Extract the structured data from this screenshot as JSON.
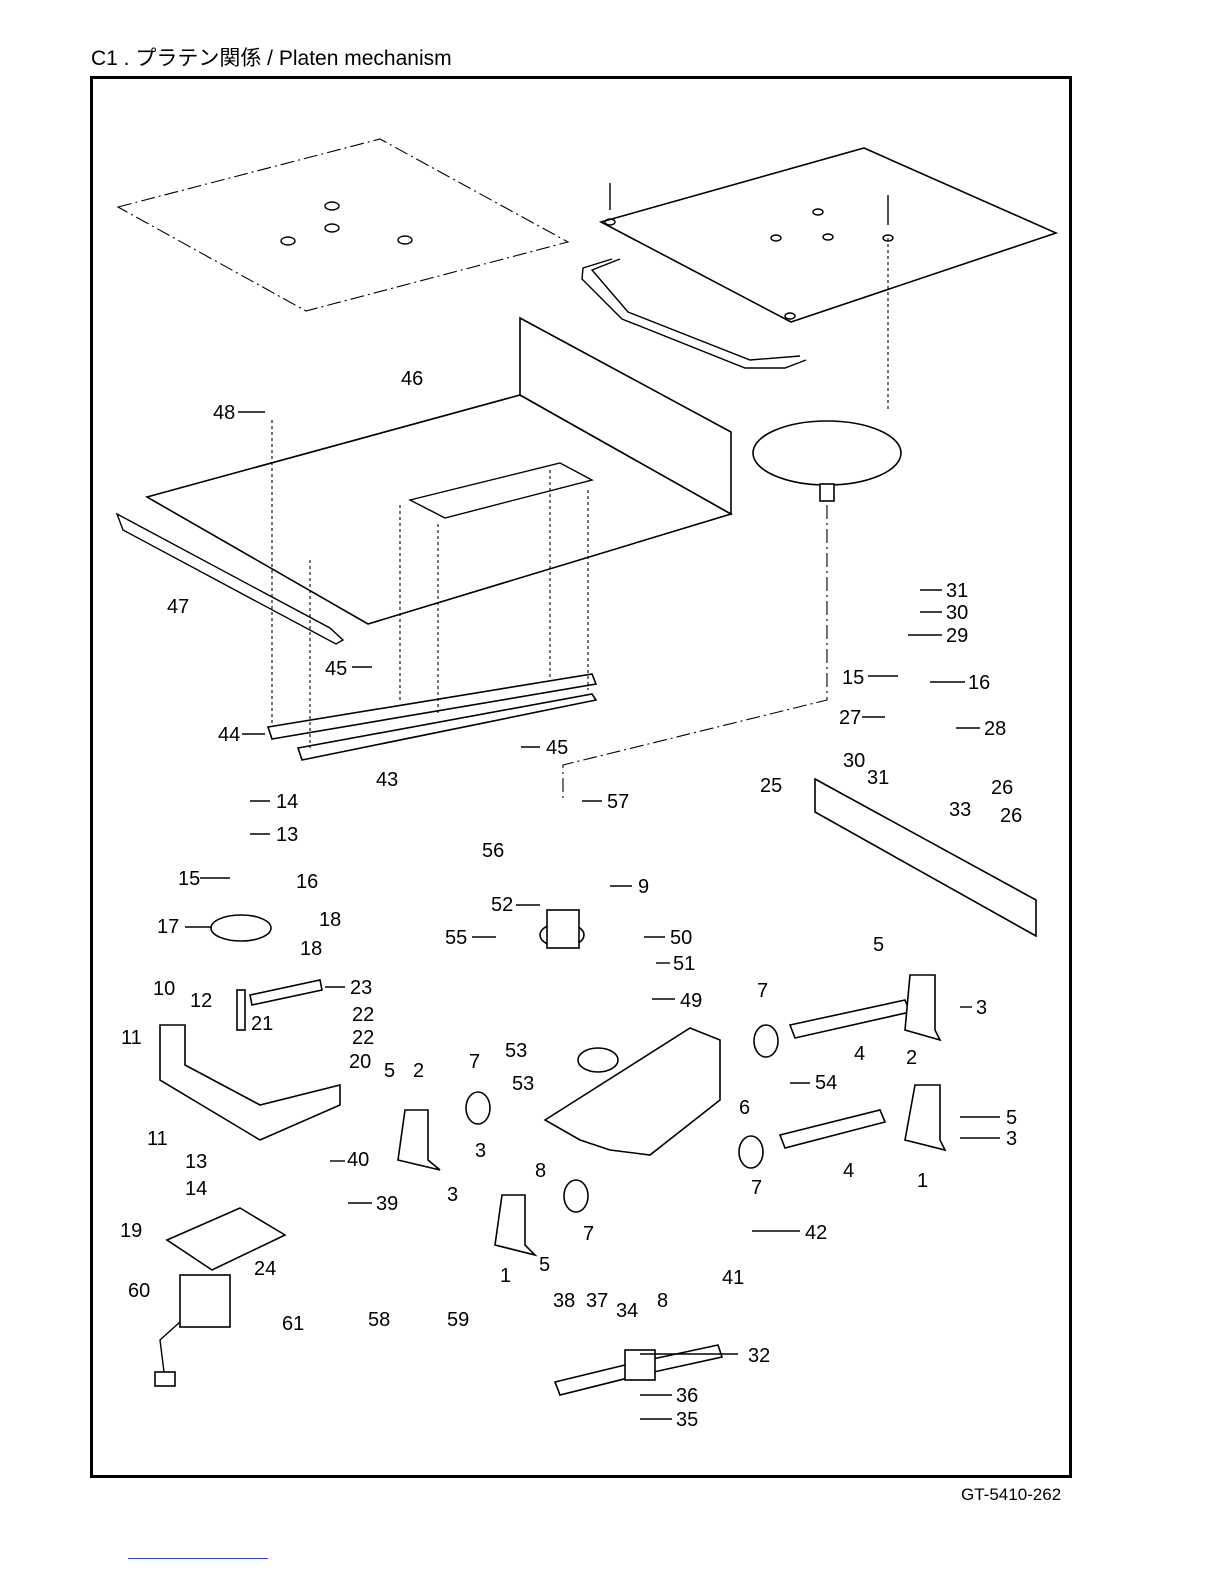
{
  "header": {
    "title": "C1 . プラテン関係  / Platen mechanism"
  },
  "footer": {
    "figure_code": "GT-5410-262"
  },
  "callouts": [
    {
      "n": "46"
    },
    {
      "n": "48"
    },
    {
      "n": "47"
    },
    {
      "n": "45"
    },
    {
      "n": "44"
    },
    {
      "n": "43"
    },
    {
      "n": "45"
    },
    {
      "n": "31"
    },
    {
      "n": "30"
    },
    {
      "n": "29"
    },
    {
      "n": "15"
    },
    {
      "n": "16"
    },
    {
      "n": "27"
    },
    {
      "n": "28"
    },
    {
      "n": "30"
    },
    {
      "n": "31"
    },
    {
      "n": "25"
    },
    {
      "n": "26"
    },
    {
      "n": "33"
    },
    {
      "n": "26"
    },
    {
      "n": "14"
    },
    {
      "n": "13"
    },
    {
      "n": "15"
    },
    {
      "n": "16"
    },
    {
      "n": "17"
    },
    {
      "n": "18"
    },
    {
      "n": "18"
    },
    {
      "n": "57"
    },
    {
      "n": "56"
    },
    {
      "n": "9"
    },
    {
      "n": "52"
    },
    {
      "n": "55"
    },
    {
      "n": "50"
    },
    {
      "n": "51"
    },
    {
      "n": "49"
    },
    {
      "n": "23"
    },
    {
      "n": "10"
    },
    {
      "n": "12"
    },
    {
      "n": "22"
    },
    {
      "n": "21"
    },
    {
      "n": "22"
    },
    {
      "n": "11"
    },
    {
      "n": "20"
    },
    {
      "n": "5"
    },
    {
      "n": "2"
    },
    {
      "n": "7"
    },
    {
      "n": "53"
    },
    {
      "n": "53"
    },
    {
      "n": "54"
    },
    {
      "n": "6"
    },
    {
      "n": "7"
    },
    {
      "n": "5"
    },
    {
      "n": "4"
    },
    {
      "n": "2"
    },
    {
      "n": "3"
    },
    {
      "n": "11"
    },
    {
      "n": "13"
    },
    {
      "n": "14"
    },
    {
      "n": "40"
    },
    {
      "n": "3"
    },
    {
      "n": "8"
    },
    {
      "n": "39"
    },
    {
      "n": "7"
    },
    {
      "n": "4"
    },
    {
      "n": "1"
    },
    {
      "n": "5"
    },
    {
      "n": "3"
    },
    {
      "n": "19"
    },
    {
      "n": "24"
    },
    {
      "n": "3"
    },
    {
      "n": "7"
    },
    {
      "n": "1"
    },
    {
      "n": "5"
    },
    {
      "n": "42"
    },
    {
      "n": "41"
    },
    {
      "n": "8"
    },
    {
      "n": "60"
    },
    {
      "n": "61"
    },
    {
      "n": "58"
    },
    {
      "n": "59"
    },
    {
      "n": "38"
    },
    {
      "n": "37"
    },
    {
      "n": "34"
    },
    {
      "n": "32"
    },
    {
      "n": "36"
    },
    {
      "n": "35"
    }
  ]
}
